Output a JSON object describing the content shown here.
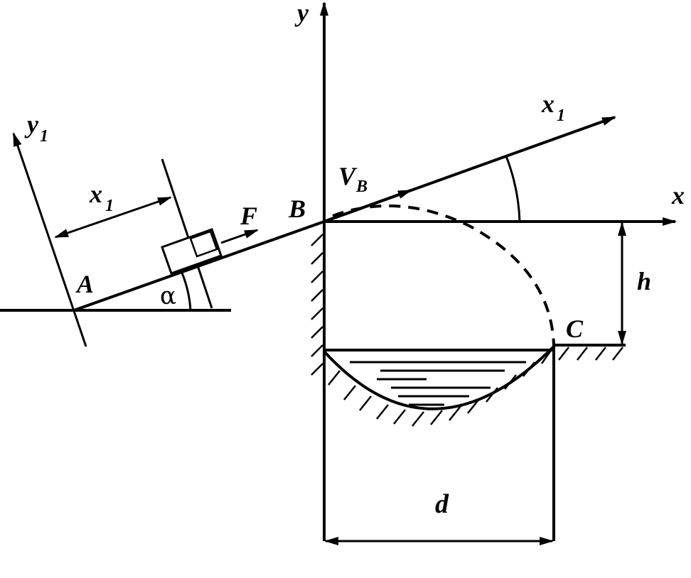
{
  "labels": {
    "y": "y",
    "x": "x",
    "x1_axis": "x",
    "x1_axis_sub": "1",
    "y1": "y",
    "y1_sub": "1",
    "x1_dim": "x",
    "x1_dim_sub": "1",
    "A": "A",
    "B": "B",
    "C": "C",
    "F": "F",
    "VB": "V",
    "VB_sub": "B",
    "alpha": "α",
    "h": "h",
    "d": "d"
  }
}
